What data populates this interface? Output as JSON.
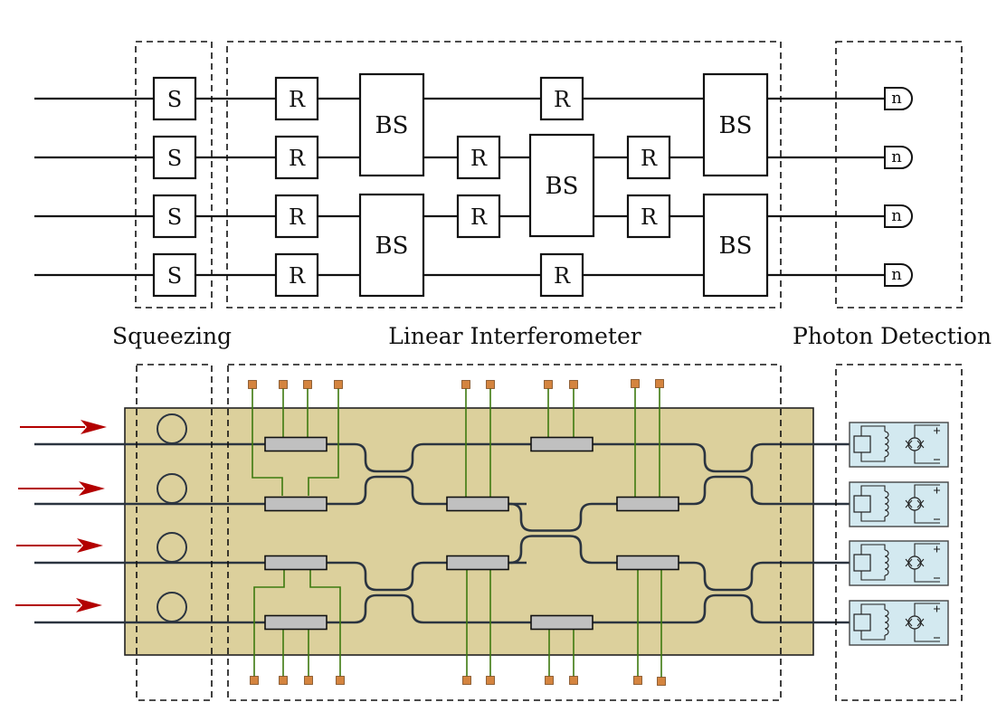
{
  "sections": {
    "squeezing": "Squeezing",
    "interferometer": "Linear Interferometer",
    "detection": "Photon Detection"
  },
  "gates": {
    "squeezer": "S",
    "rotation": "R",
    "beamsplitter": "BS",
    "detector": "n"
  },
  "circuit": {
    "modes": 4,
    "squeezers": [
      0,
      1,
      2,
      3
    ],
    "rotation_layer_1": [
      0,
      1,
      2,
      3
    ],
    "beamsplitter_layer_1": [
      [
        0,
        1
      ],
      [
        2,
        3
      ]
    ],
    "rotation_layer_2": [
      0,
      1,
      2,
      3
    ],
    "beamsplitter_layer_2": [
      [
        1,
        2
      ]
    ],
    "rotation_layer_3": [
      1,
      2
    ],
    "beamsplitter_layer_3": [
      [
        0,
        1
      ],
      [
        2,
        3
      ]
    ],
    "detectors": [
      0,
      1,
      2,
      3
    ]
  },
  "colors": {
    "chip": "#dcd09c",
    "waveguide": "#2b3440",
    "phase_shifter": "#c0c0c0",
    "electrode_wire": "#3d7a0f",
    "pad": "#d4843f",
    "laser_arrow": "#b30000",
    "detector_bg": "#d3e9f0"
  }
}
